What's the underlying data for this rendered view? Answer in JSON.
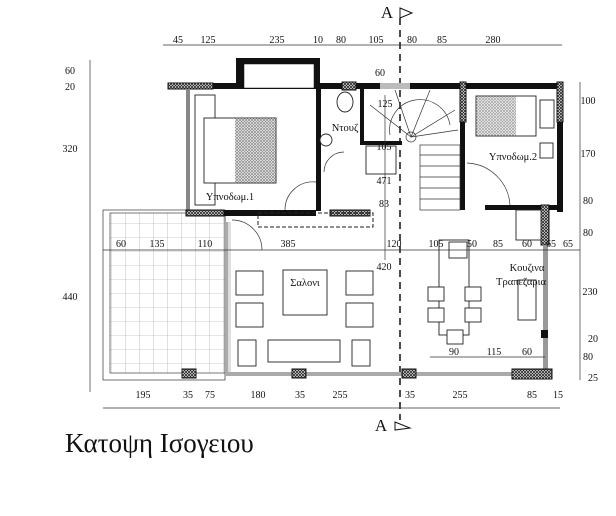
{
  "title": "Κατοψη Ισογειου",
  "section_marker": "A",
  "rooms": {
    "bedroom1": "Υπνοδωμ.1",
    "bedroom2": "Υπνοδωμ.2",
    "shower": "Ντουζ",
    "living": "Σαλονι",
    "kitchen": "Κουζινα",
    "dining": "Τραπεζαρια"
  },
  "dimensions": {
    "top": [
      "45",
      "125",
      "235",
      "10",
      "80",
      "105",
      "80",
      "85",
      "280"
    ],
    "top_extra": "60",
    "left": [
      "60",
      "20",
      "320",
      "440"
    ],
    "right": [
      "100",
      "170",
      "80",
      "80",
      "230",
      "20",
      "80",
      "25"
    ],
    "middle": [
      "60",
      "135",
      "110",
      "385",
      "120",
      "105",
      "50",
      "85",
      "60",
      "65",
      "65"
    ],
    "bottom": [
      "195",
      "35",
      "75",
      "180",
      "35",
      "255",
      "35",
      "255",
      "85",
      "15"
    ],
    "kitchen": [
      "90",
      "115",
      "60"
    ],
    "stair": [
      "125",
      "105",
      "471",
      "83",
      "420"
    ]
  }
}
